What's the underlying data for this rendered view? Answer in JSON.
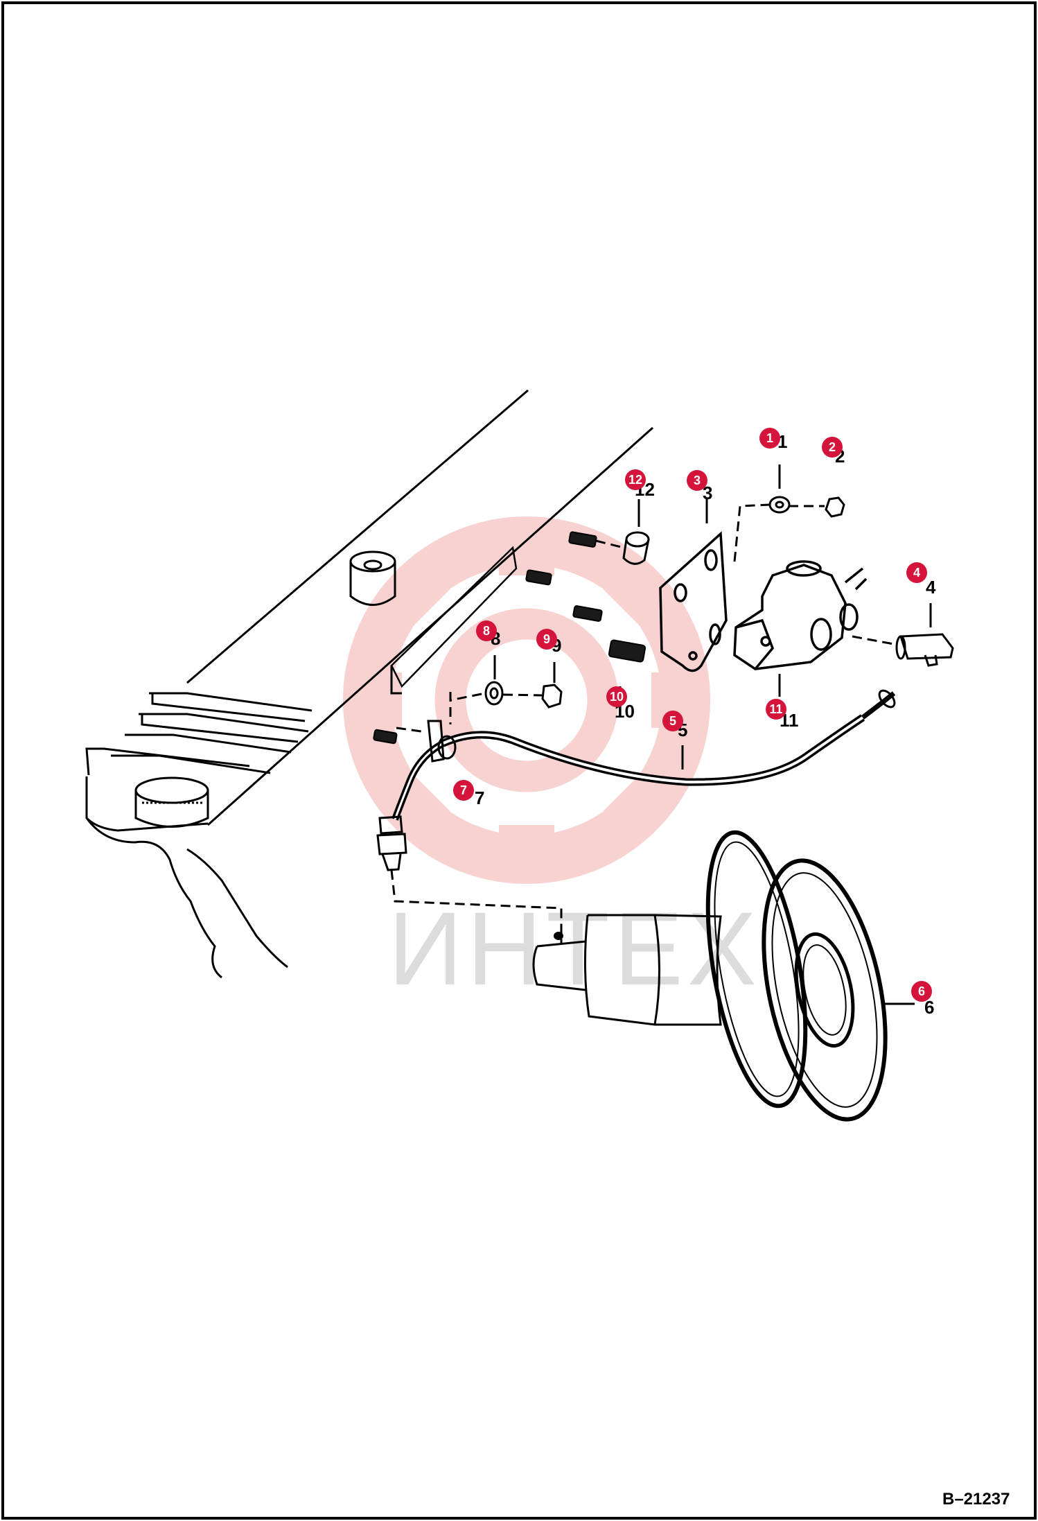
{
  "drawing_id": "B–21237",
  "watermark_text": "ИНТЕХ",
  "colors": {
    "callout": "#d4143a",
    "line": "#000000",
    "watermark_gear": "#f7c9c9",
    "watermark_text": "#dcdcdc"
  },
  "callouts": [
    {
      "id": "1",
      "number": "1"
    },
    {
      "id": "2",
      "number": "2"
    },
    {
      "id": "3",
      "number": "3"
    },
    {
      "id": "4",
      "number": "4"
    },
    {
      "id": "5",
      "number": "5"
    },
    {
      "id": "6",
      "number": "6"
    },
    {
      "id": "7",
      "number": "7"
    },
    {
      "id": "8",
      "number": "8"
    },
    {
      "id": "9",
      "number": "9"
    },
    {
      "id": "10",
      "number": "10"
    },
    {
      "id": "11",
      "number": "11"
    },
    {
      "id": "12",
      "number": "12"
    }
  ],
  "part_labels": {
    "p1": "1",
    "p2": "2",
    "p3": "3",
    "p4": "4",
    "p5": "5",
    "p6": "6",
    "p7": "7",
    "p8": "8",
    "p9": "9",
    "p10": "10",
    "p11": "11",
    "p12": "12"
  }
}
